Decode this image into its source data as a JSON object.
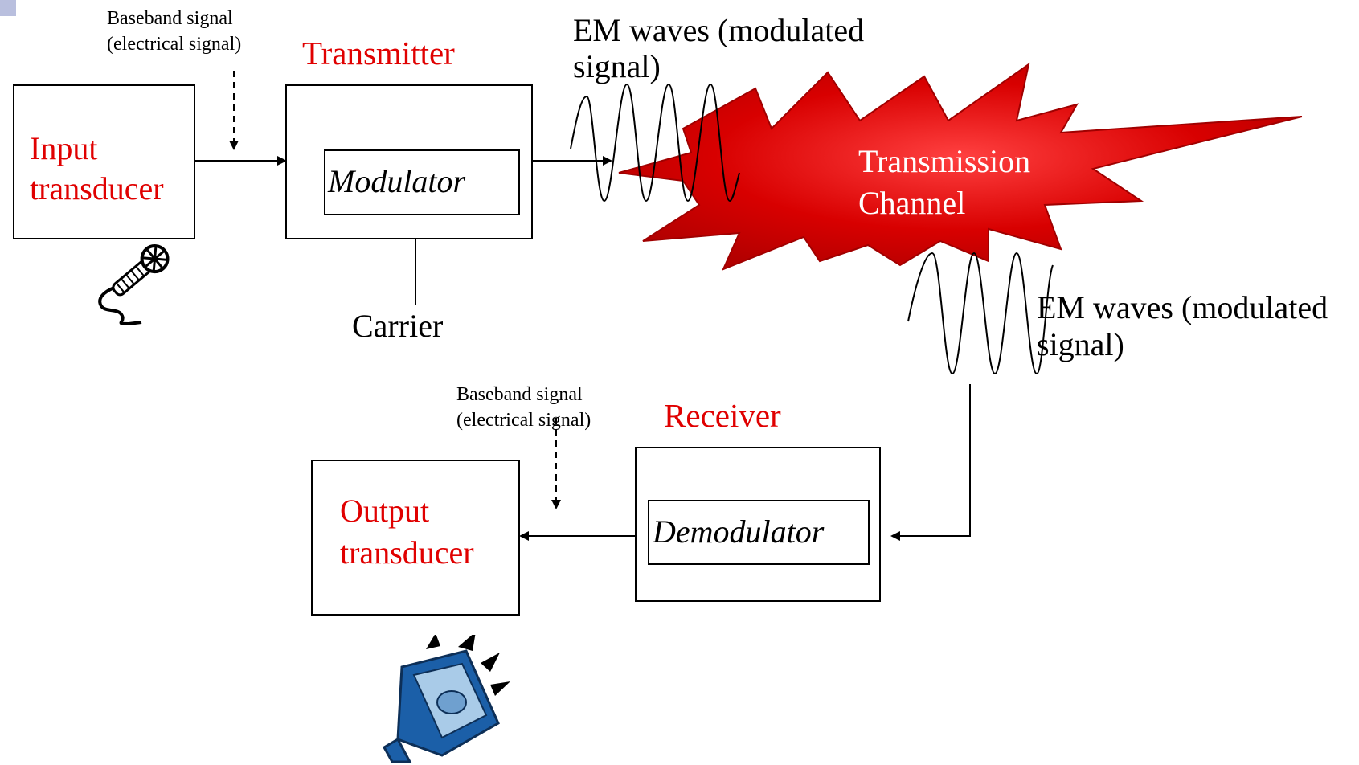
{
  "colors": {
    "label_red": "#e00000",
    "channel_fill": "#d30000",
    "channel_glow": "#ff3a3a",
    "speaker_blue": "#1b5fa8",
    "speaker_light": "#a9cbe8",
    "slide_accent": "#8a95c8"
  },
  "icons": {
    "microphone": "microphone-icon",
    "speaker": "speaker-icon",
    "burst": "explosion-burst-shape"
  },
  "top": {
    "baseband_line1": "Baseband signal",
    "baseband_line2": "(electrical signal)",
    "transmitter_title": "Transmitter",
    "em_line1": "EM waves (modulated",
    "em_line2": "signal)",
    "input_line1": "Input",
    "input_line2": "transducer",
    "modulator": "Modulator",
    "carrier": "Carrier",
    "channel_line1": "Transmission",
    "channel_line2": "Channel"
  },
  "right": {
    "em_line1": "EM waves (modulated",
    "em_line2": "signal)"
  },
  "bottom": {
    "baseband_line1": "Baseband signal",
    "baseband_line2": "(electrical signal)",
    "receiver_title": "Receiver",
    "output_line1": "Output",
    "output_line2": "transducer",
    "demodulator": "Demodulator"
  }
}
